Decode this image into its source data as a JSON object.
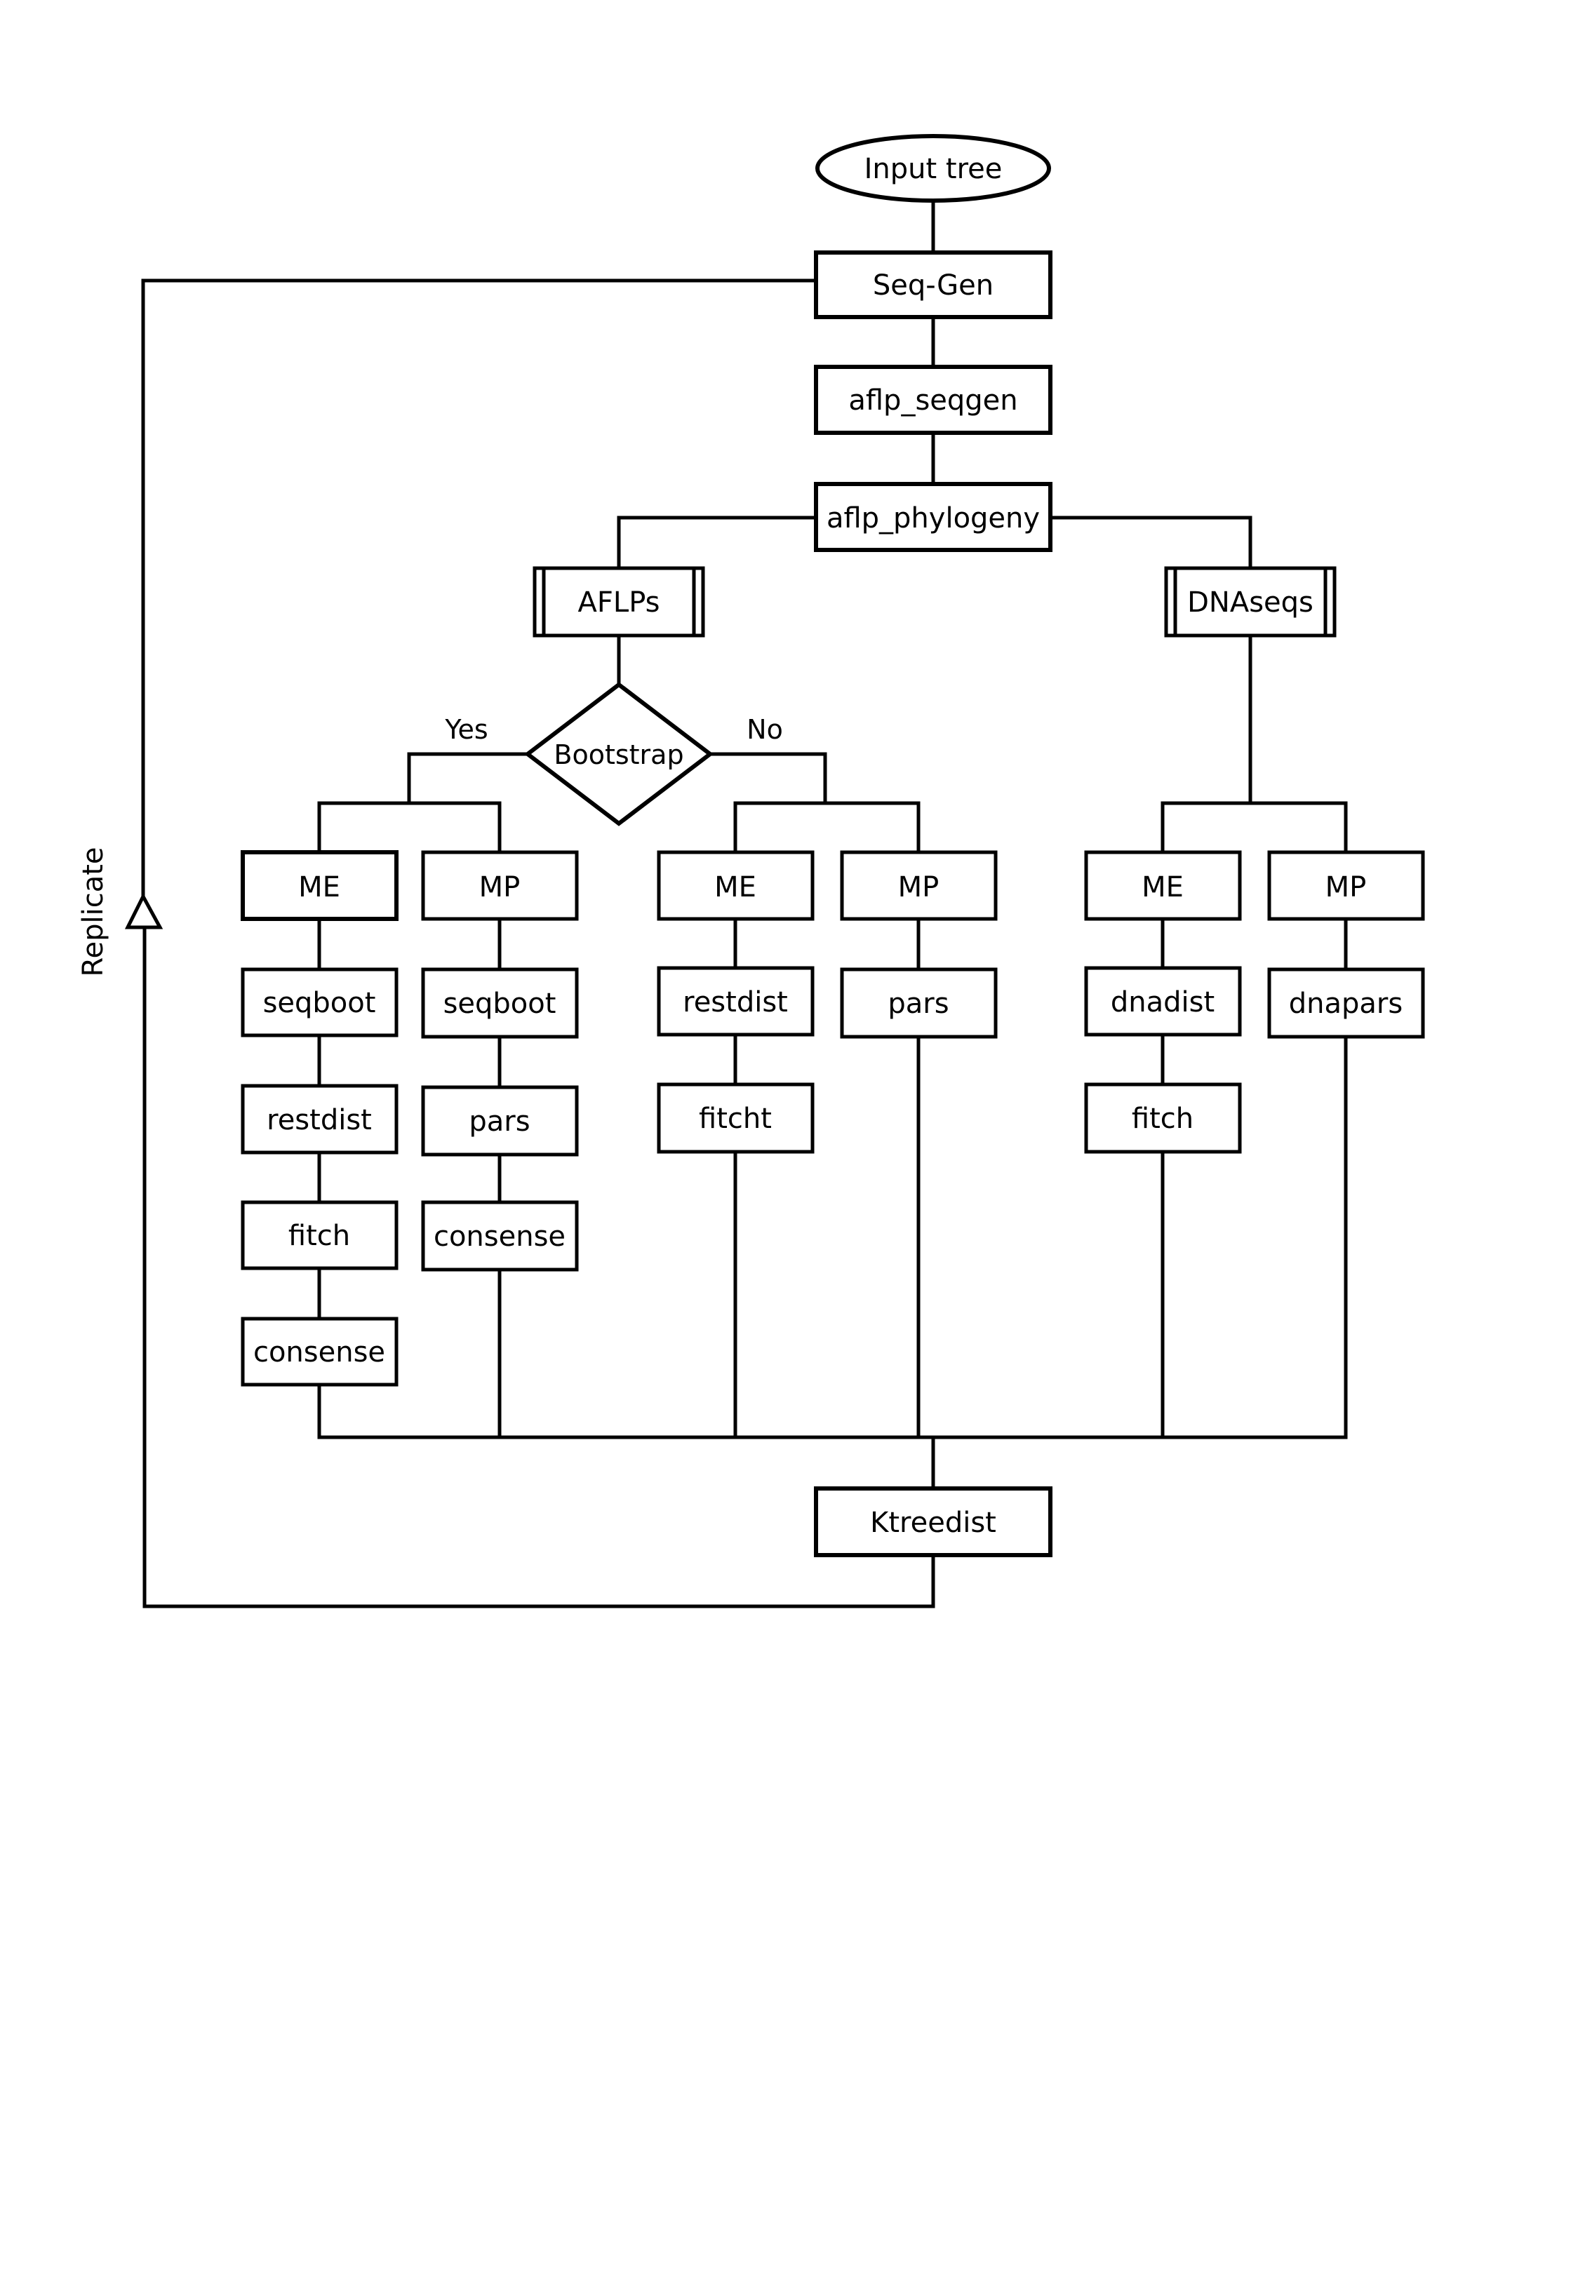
{
  "diagram": {
    "start": "Input tree",
    "seqgen": "Seq-Gen",
    "aflp_seqgen": "aflp_seqgen",
    "aflp_phylogeny": "aflp_phylogeny",
    "aflps": "AFLPs",
    "dnaseqs": "DNAseqs",
    "decision": "Bootstrap",
    "yes": "Yes",
    "no": "No",
    "replicate": "Replicate",
    "ktreedist": "Ktreedist",
    "yes_me": {
      "header": "ME",
      "steps": [
        "seqboot",
        "restdist",
        "fitch",
        "consense"
      ]
    },
    "yes_mp": {
      "header": "MP",
      "steps": [
        "seqboot",
        "pars",
        "consense"
      ]
    },
    "no_me": {
      "header": "ME",
      "steps": [
        "restdist",
        "fitcht"
      ]
    },
    "no_mp": {
      "header": "MP",
      "steps": [
        "pars"
      ]
    },
    "dna_me": {
      "header": "ME",
      "steps": [
        "dnadist",
        "fitch"
      ]
    },
    "dna_mp": {
      "header": "MP",
      "steps": [
        "dnapars"
      ]
    }
  }
}
